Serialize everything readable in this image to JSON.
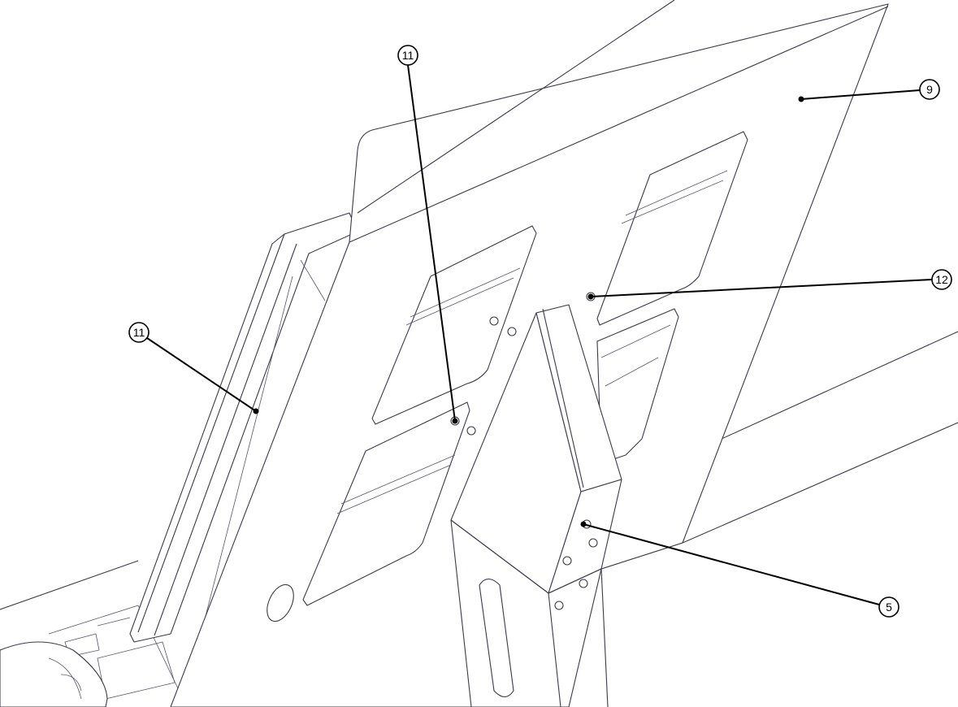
{
  "callouts": [
    {
      "label": "11",
      "part": "back-panel-top"
    },
    {
      "label": "9",
      "part": "main-plate"
    },
    {
      "label": "11",
      "part": "back-panel-left"
    },
    {
      "label": "12",
      "part": "fastener"
    },
    {
      "label": "5",
      "part": "stand-column"
    }
  ],
  "colors": {
    "line": "#3a3a4a",
    "callout": "#000000",
    "background": "#ffffff"
  }
}
